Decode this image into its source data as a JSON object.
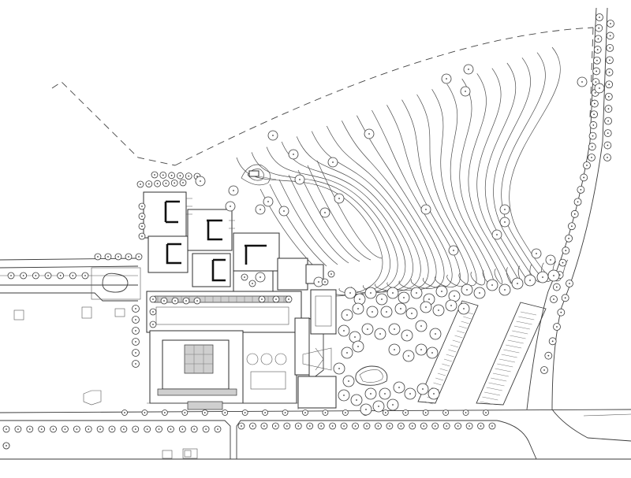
{
  "drawing": {
    "kind": "site plan",
    "line_color": "#3a3a3a",
    "background": "#ffffff",
    "contour_count": 22,
    "features": [
      "buildings",
      "courtyards",
      "tree-rows",
      "contour-lines",
      "parking",
      "pond",
      "roads",
      "property-boundary"
    ]
  }
}
